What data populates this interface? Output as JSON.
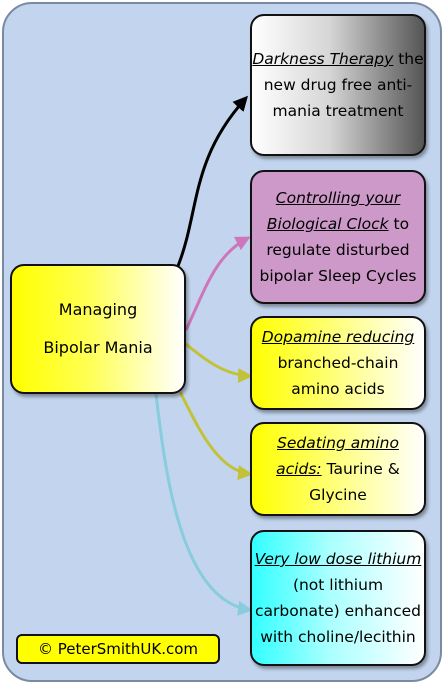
{
  "center": {
    "line1": "Managing",
    "line2": "Bipolar Mania"
  },
  "nodes": [
    {
      "emph": "Darkness Therapy",
      "text": "the new drug free anti-mania treatment"
    },
    {
      "emph": "Controlling your Biological Clock",
      "text": "to regulate disturbed bipolar Sleep Cycles"
    },
    {
      "emph": "Dopamine reducing",
      "text": "branched-chain amino acids"
    },
    {
      "emph": "Sedating amino acids:",
      "text": "Taurine & Glycine"
    },
    {
      "emph": "Very low dose lithium",
      "text": "(not lithium carbonate) enhanced with choline/lecithin"
    }
  ],
  "copyright": "© PeterSmithUK.com",
  "colors": {
    "arrow1": "#000000",
    "arrow2": "#cc77bb",
    "arrow3": "#c2c23a",
    "arrow4": "#c2c23a",
    "arrow5": "#88ccdd"
  }
}
